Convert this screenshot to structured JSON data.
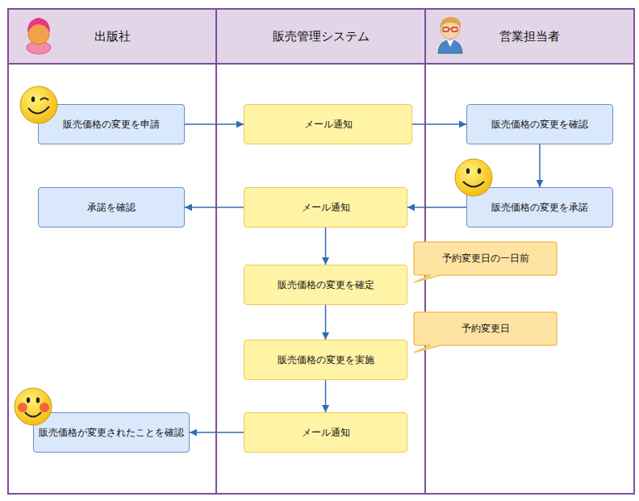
{
  "diagram": {
    "nodes": [
      {
        "text": [
          "出版社"
        ]
      },
      {
        "text": [
          "販売管理システム"
        ]
      },
      {
        "text": [
          "営業担当者"
        ]
      },
      {
        "text": [
          "販売価格の変更を申請"
        ],
        "in": 0
      },
      {
        "text": [
          "メール通知"
        ],
        "in": 1
      },
      {
        "text": [
          "販売価格の変更を確認"
        ],
        "in": 2
      },
      {
        "text": [
          "承諾を確認"
        ],
        "in": 0
      },
      {
        "text": [
          "メール通知"
        ],
        "in": 1
      },
      {
        "text": [
          "販売価格の変更を承諾"
        ],
        "in": 2
      },
      {
        "text": [
          "予約変更日の一日前"
        ]
      },
      {
        "text": [
          "販売価格の変更を確定"
        ],
        "in": 1
      },
      {
        "text": [
          "予約変更日"
        ]
      },
      {
        "text": [
          "販売価格の変更を実施"
        ],
        "in": 1
      },
      {
        "text": [
          "販売価格が変更されたことを確認"
        ],
        "in": 0
      },
      {
        "text": [
          "メール通知"
        ],
        "in": 1
      }
    ],
    "edges": [
      {
        "from": 3,
        "to": 4,
        "arrow": "to"
      },
      {
        "from": 4,
        "to": 5,
        "arrow": "to"
      },
      {
        "from": 5,
        "to": 8,
        "arrow": "to"
      },
      {
        "from": 8,
        "to": 7,
        "arrow": "to"
      },
      {
        "from": 7,
        "to": 6,
        "arrow": "to"
      },
      {
        "from": 7,
        "to": 10,
        "arrow": "to"
      },
      {
        "from": 10,
        "to": 12,
        "arrow": "to"
      },
      {
        "from": 12,
        "to": 14,
        "arrow": "to"
      },
      {
        "from": 14,
        "to": 13,
        "arrow": "to"
      }
    ]
  }
}
